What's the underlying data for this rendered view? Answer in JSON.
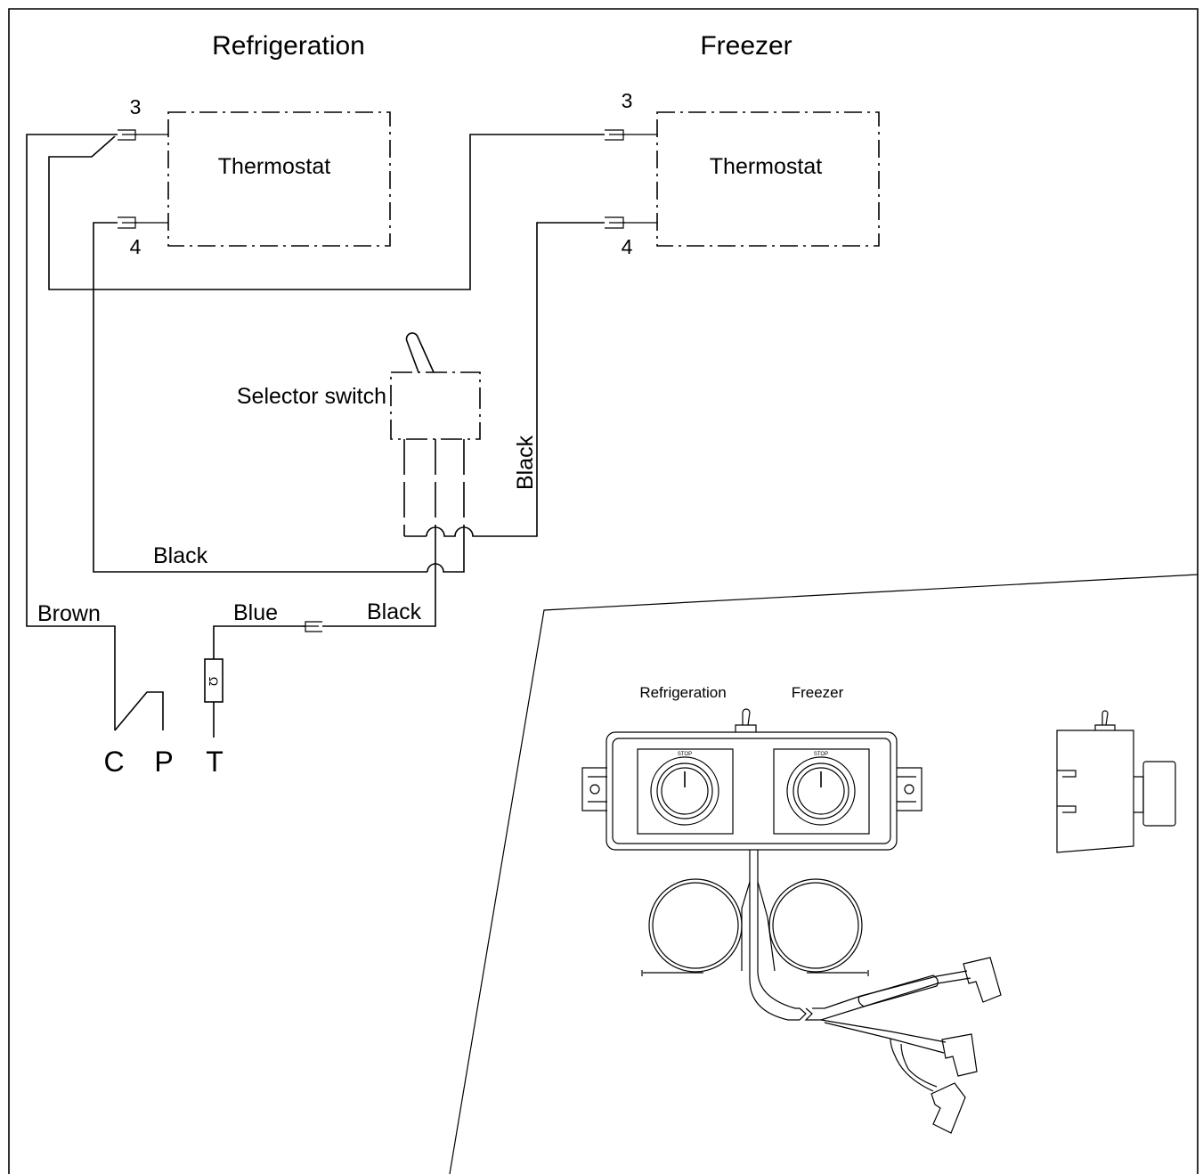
{
  "sections": {
    "refrigeration": {
      "title": "Refrigeration",
      "device": "Thermostat",
      "pin_top": "3",
      "pin_bottom": "4"
    },
    "freezer": {
      "title": "Freezer",
      "device": "Thermostat",
      "pin_top": "3",
      "pin_bottom": "4"
    }
  },
  "selector_switch": {
    "label": "Selector switch"
  },
  "wires": {
    "black_vertical": "Black",
    "black_horizontal": "Black",
    "brown": "Brown",
    "blue": "Blue",
    "black_bottom": "Black"
  },
  "terminals": {
    "c": "C",
    "p": "P",
    "t": "T"
  },
  "resistor_symbol": "Ω",
  "inset": {
    "label_refrigeration": "Refrigeration",
    "label_freezer": "Freezer",
    "dial_left_mark": "STOP",
    "dial_right_mark": "STOP"
  },
  "colors": {
    "line": "#000000",
    "background": "#ffffff"
  }
}
